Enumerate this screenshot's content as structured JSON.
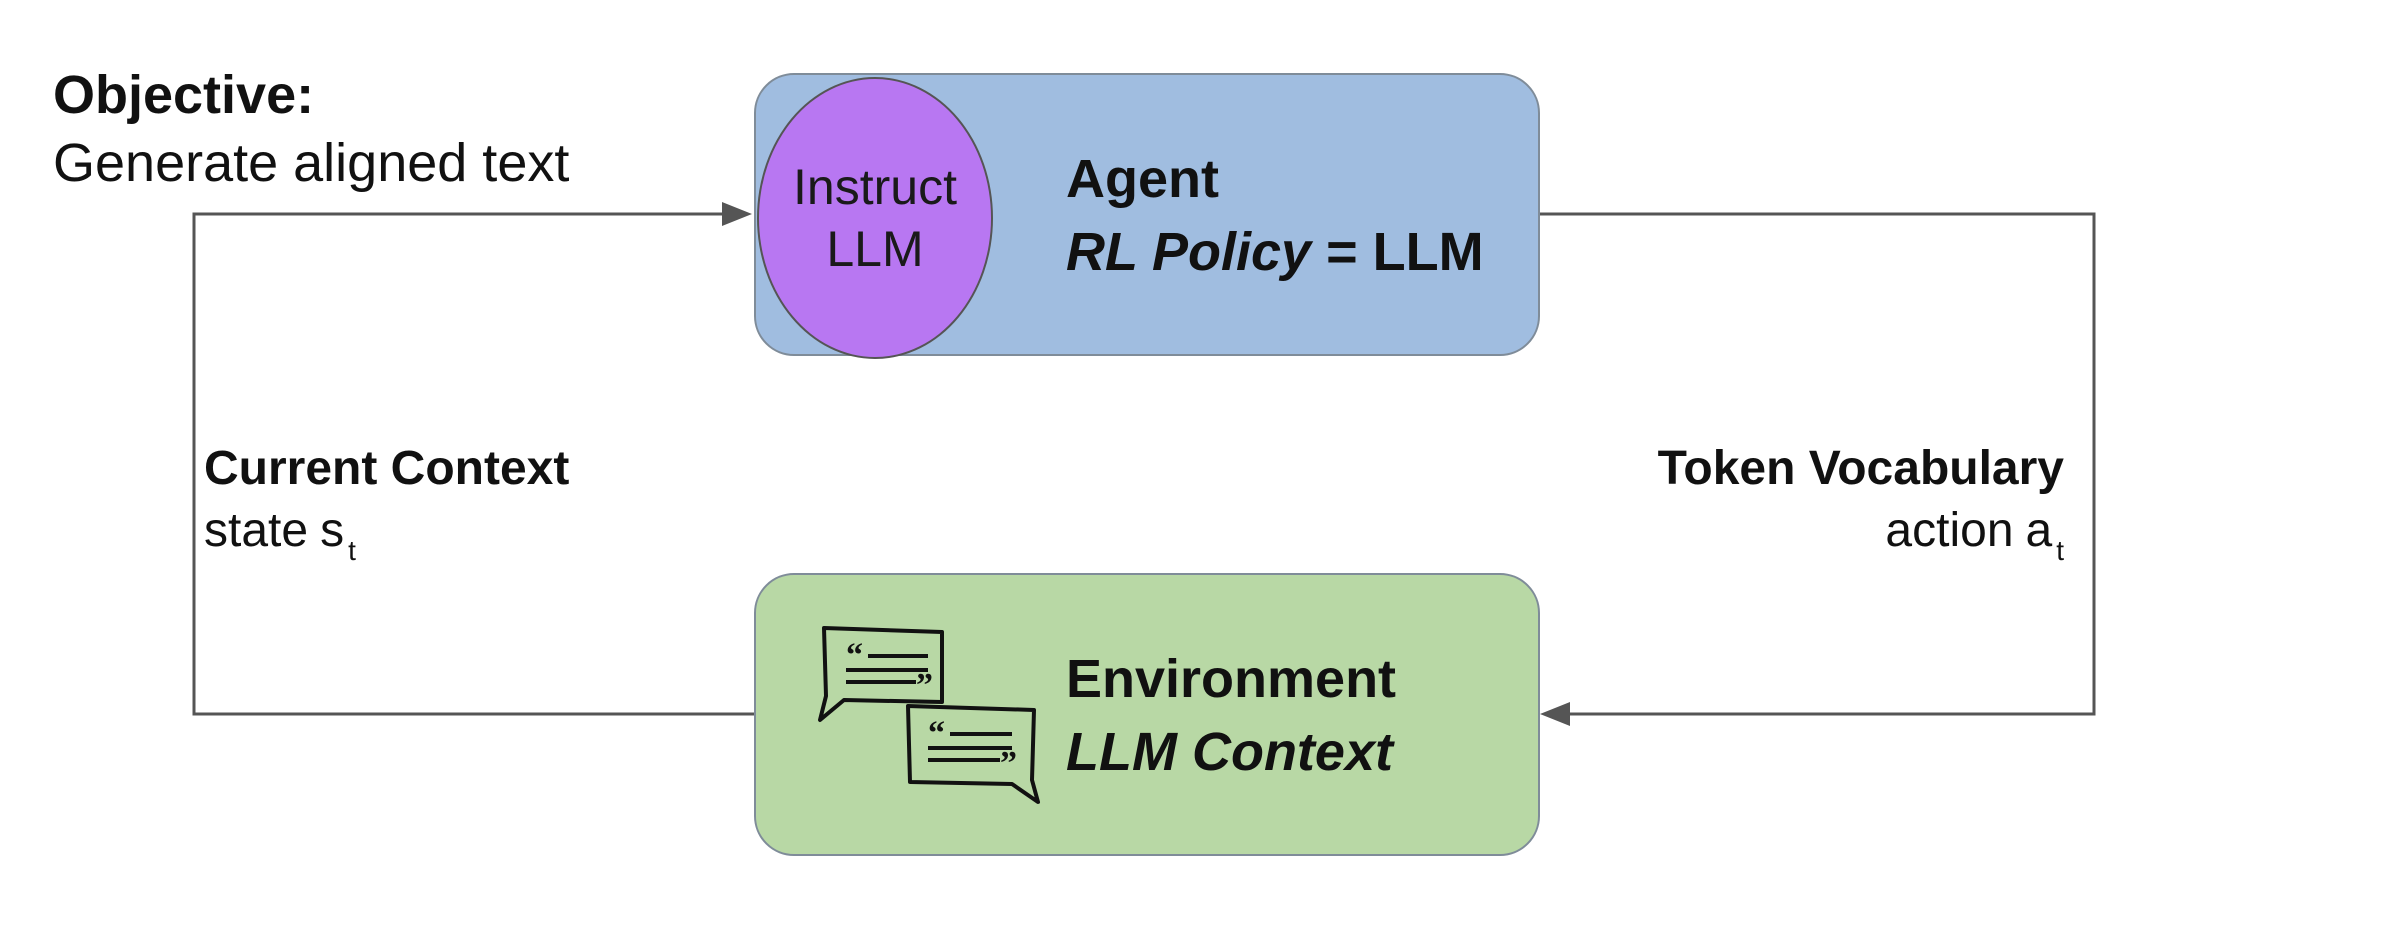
{
  "objective": {
    "title": "Objective:",
    "body": "Generate aligned text"
  },
  "agent": {
    "title": "Agent",
    "policy_label": "RL Policy",
    "equals": " = ",
    "policy_value": "LLM",
    "circle": {
      "line1": "Instruct",
      "line2": "LLM"
    }
  },
  "environment": {
    "title": "Environment",
    "subtitle": "LLM Context",
    "icon": "chat-bubbles-icon"
  },
  "left_label": {
    "title": "Current Context",
    "text": "state",
    "symbol": "s",
    "subscript": "t"
  },
  "right_label": {
    "title": "Token Vocabulary",
    "text": "action",
    "symbol": "a",
    "subscript": "t"
  },
  "colors": {
    "agent_box": "#a0bde0",
    "environment_box": "#b8d8a5",
    "llm_circle": "#b877f2",
    "arrow": "#555555"
  }
}
